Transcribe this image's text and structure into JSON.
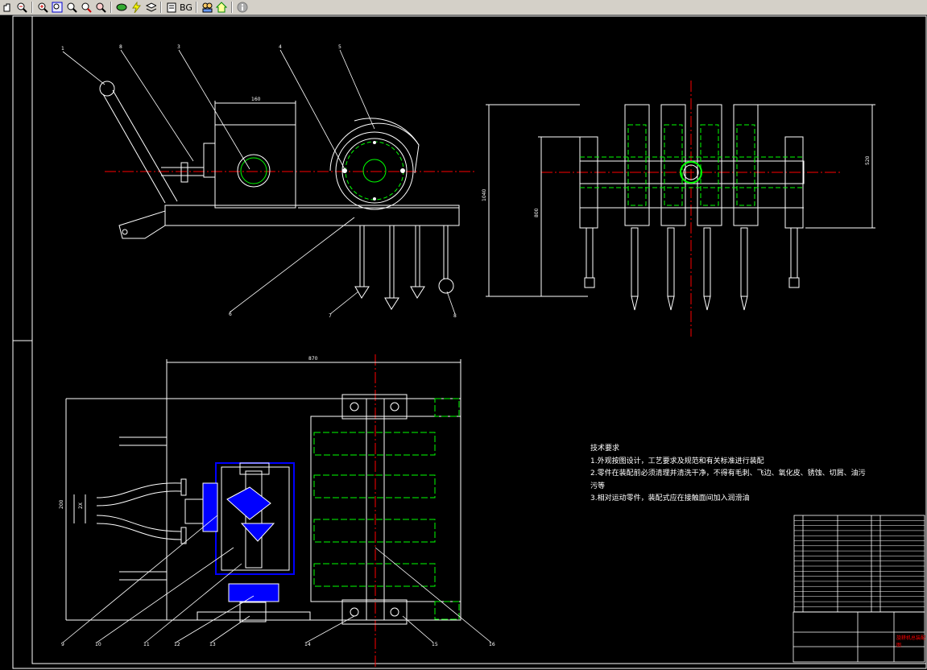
{
  "toolbar": {
    "bg_label": "BG",
    "tools": [
      "pan-icon",
      "zoom-out-icon",
      "zoom-in-icon",
      "zoom-window-icon",
      "zoom-realtime-icon",
      "zoom-previous-icon",
      "zoom-extents-icon",
      "regen-icon",
      "lightning-icon",
      "layers-icon",
      "print-icon",
      "background-icon",
      "users-icon",
      "home-icon",
      "info-icon"
    ]
  },
  "drawing": {
    "part_callouts": [
      "1",
      "8",
      "3",
      "4",
      "5",
      "6",
      "7",
      "8",
      "9",
      "10",
      "11",
      "12",
      "13",
      "14",
      "15",
      "16"
    ],
    "dimensions": {
      "side_top": "160",
      "front_height": "1040",
      "front_inner": "800",
      "front_right": "520",
      "plan_width": "870",
      "plan_left_outer": "200",
      "plan_left_inner": "2X"
    },
    "technical_notes": {
      "title": "技术要求",
      "lines": [
        "1.外观按图设计，工艺要求及规范和有关标准进行装配",
        "2.零件在装配前必须清理并清洗干净，不得有毛刺、飞边、氧化皮、锈蚀、切屑、油污",
        "污等",
        "3.相对运动零件，装配式应在接触面间加入润滑油"
      ]
    },
    "title_block_text": "旋耕机总装配图",
    "colors": {
      "background": "#000000",
      "linework": "#ffffff",
      "centerline": "#ff0000",
      "hidden": "#00ff00",
      "section": "#0000ff",
      "title_red": "#ff0000"
    }
  }
}
